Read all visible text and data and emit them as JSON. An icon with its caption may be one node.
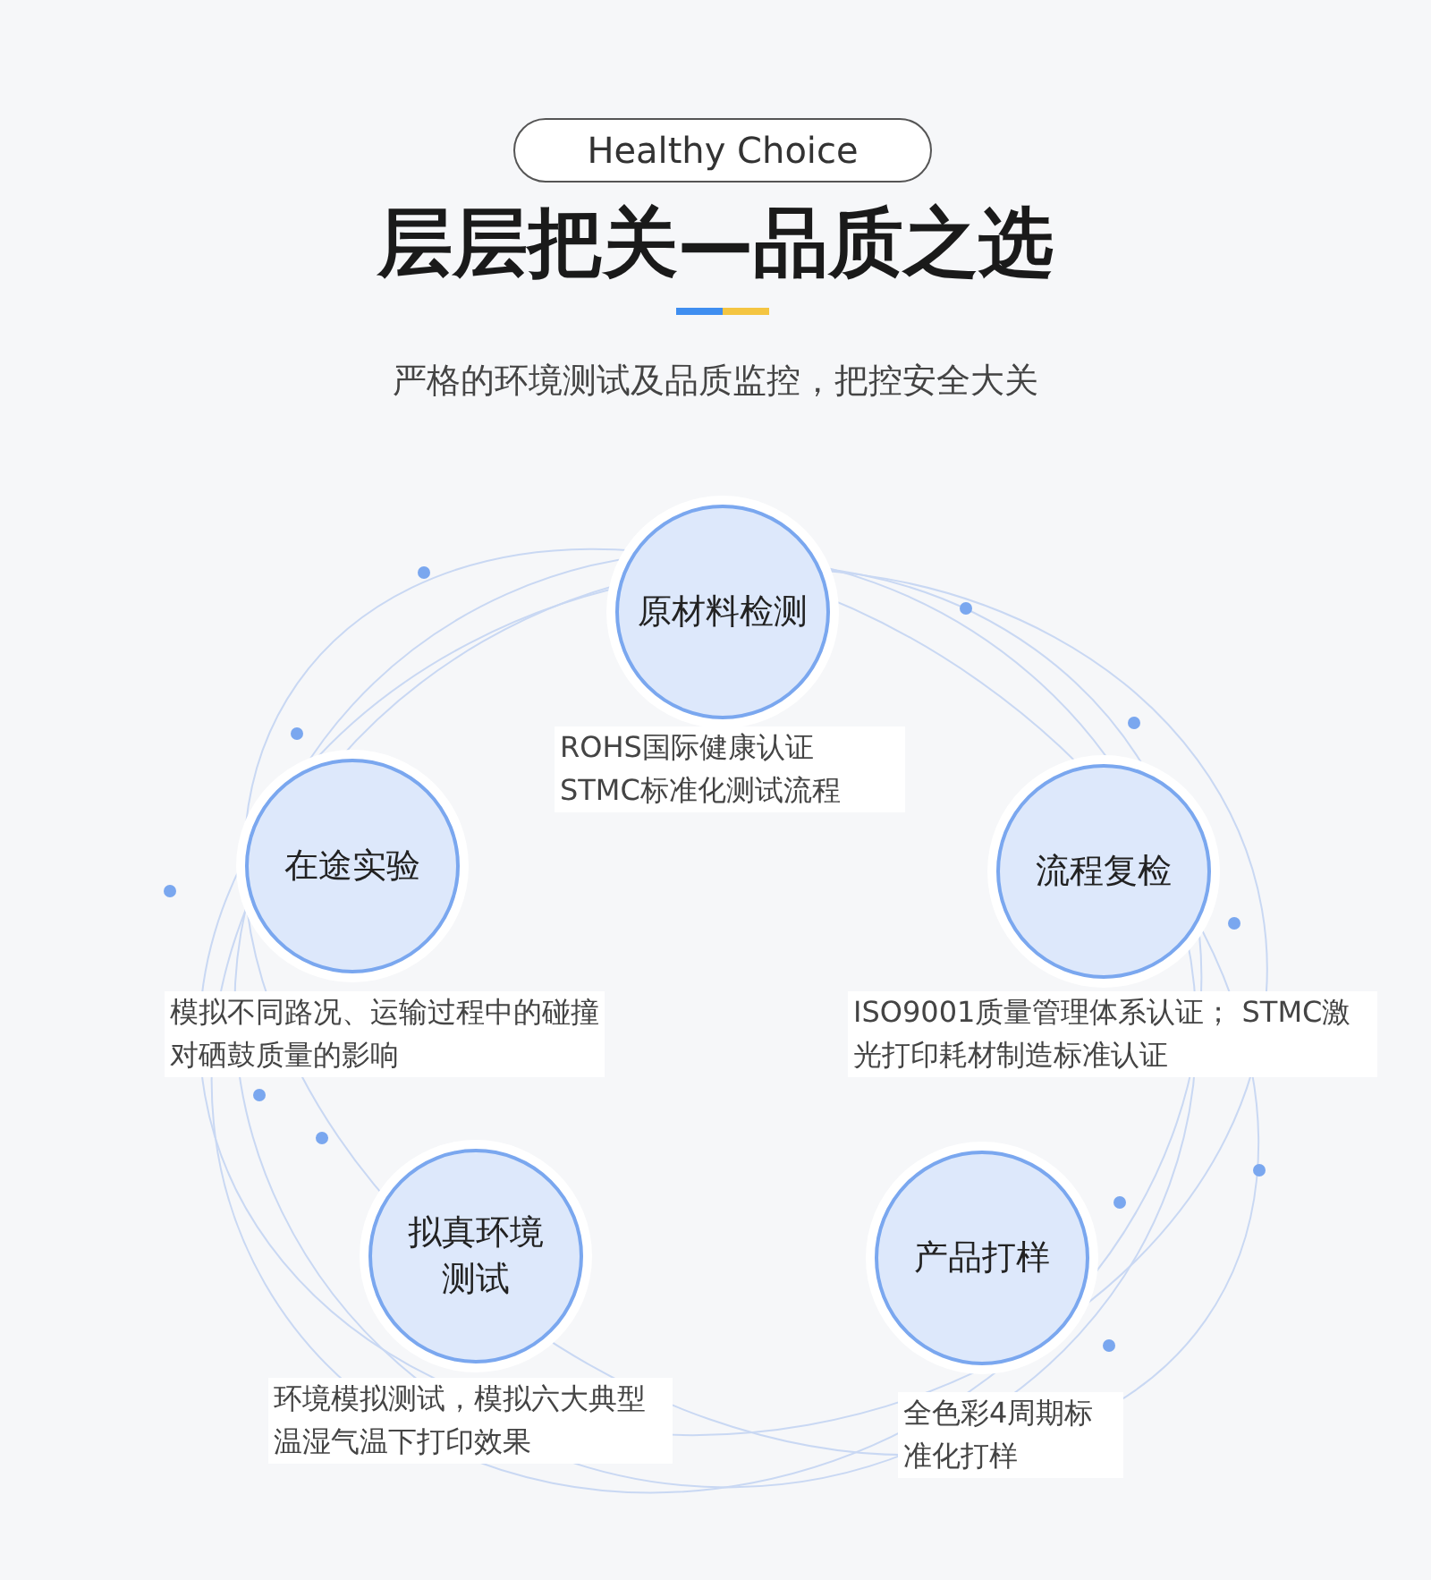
{
  "diagram": {
    "title": "层层把关—品质之选",
    "nodes": [
      {
        "text": [
          "Healthy Choice"
        ]
      },
      {
        "text": [
          "原材料检测"
        ],
        "beside": [
          "ROHS国际健康认证 STMC标准化测试流程"
        ]
      },
      {
        "text": [
          "在途实验"
        ],
        "beside": [
          "模拟不同路况、运输过程中的碰撞对硒鼓质量的影响"
        ]
      },
      {
        "text": [
          "流程复检"
        ],
        "beside": [
          "ISO9001质量管理体系认证； STMC激光打印耗材制造标准认证"
        ]
      },
      {
        "text": [
          "拟真环境测试"
        ],
        "beside": [
          "环境模拟测试，模拟六大典型温湿气温下打印效果"
        ]
      },
      {
        "text": [
          "产品打样"
        ],
        "beside": [
          "全色彩4周期标准化打样"
        ]
      }
    ],
    "edges": [],
    "labels": [
      "严格的环境测试及品质监控，把控安全大关"
    ]
  }
}
